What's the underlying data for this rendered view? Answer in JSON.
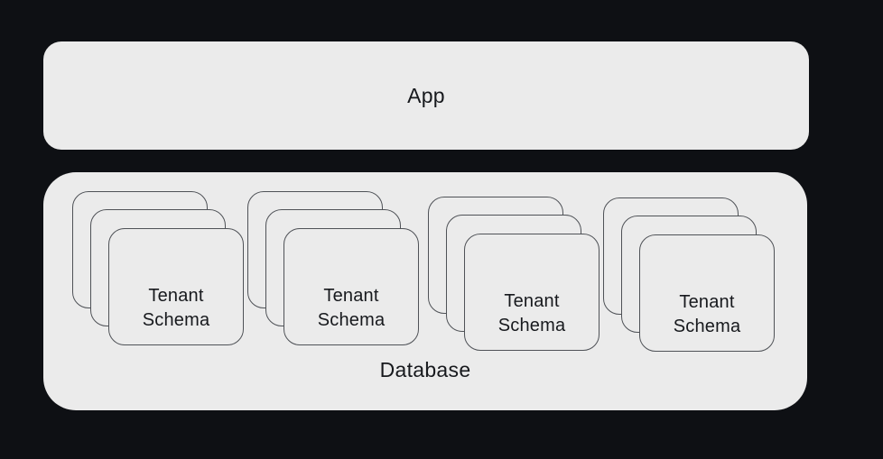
{
  "app": {
    "label": "App"
  },
  "database": {
    "label": "Database",
    "stacks": [
      {
        "label": "Tenant\nSchema"
      },
      {
        "label": "Tenant\nSchema"
      },
      {
        "label": "Tenant\nSchema"
      },
      {
        "label": "Tenant\nSchema"
      }
    ]
  },
  "colors": {
    "background": "#0e1014",
    "panel_fill": "#ebebeb",
    "card_border": "#4f5257",
    "text": "#17191d"
  }
}
